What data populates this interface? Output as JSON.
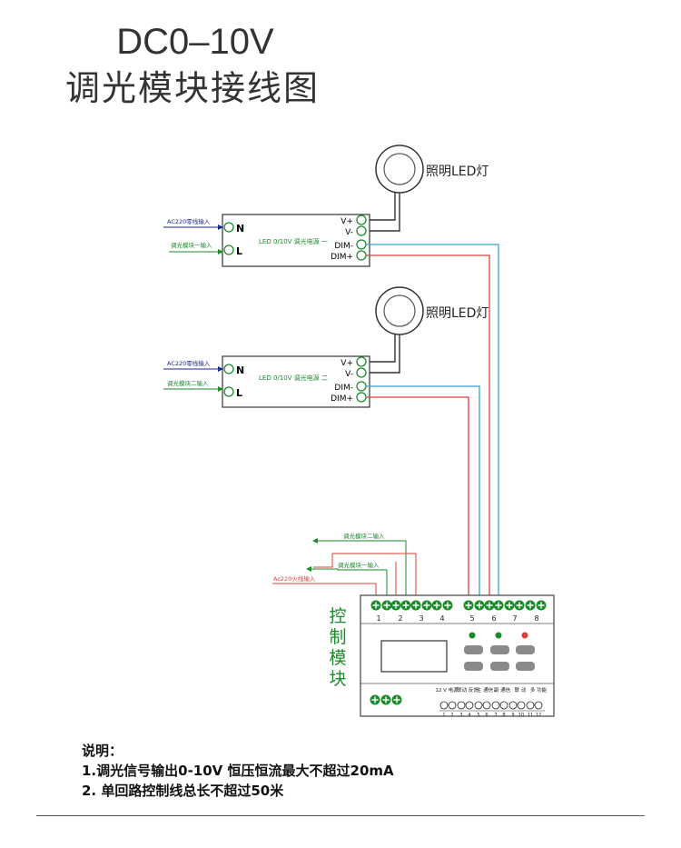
{
  "title": {
    "line1": "DC0–10V",
    "line2": "调光模块接线图"
  },
  "driver1": {
    "label": "LED  0/10V  调光电源 一",
    "pin_n": "N",
    "pin_l": "L",
    "pins_right": [
      "V+",
      "V-",
      "DIM-",
      "DIM+"
    ],
    "input_n": "AC220零线输入",
    "input_l": "调光模块一输入",
    "lamp_label": "照明LED灯"
  },
  "driver2": {
    "label": "LED  0/10V  调光电源 二",
    "pin_n": "N",
    "pin_l": "L",
    "pins_right": [
      "V+",
      "V-",
      "DIM-",
      "DIM+"
    ],
    "input_n": "AC220零线输入",
    "input_l": "调光模块二输入",
    "lamp_label": "照明LED灯"
  },
  "controller": {
    "label": "控制模块",
    "top_numbers": [
      "1",
      "2",
      "3",
      "4",
      "5",
      "6",
      "7",
      "8"
    ],
    "out2_label": "调光模块二输入",
    "out1_label": "调光模块一输入",
    "live_label": "Ac220火线输入",
    "bottom_labels": [
      "12 V 电源",
      "联动 反馈",
      "主 通信",
      "副 通信",
      "联 动",
      "多 功能"
    ],
    "bottom_numbers": [
      "1",
      "2",
      "3",
      "4",
      "5",
      "6",
      "7",
      "8",
      "9",
      "10",
      "11",
      "12"
    ]
  },
  "colors": {
    "green": "#1a8a2a",
    "blue": "#3aa0d8",
    "red": "#d8413a",
    "navy": "#1a2a8a",
    "dark": "#333333"
  },
  "notes": {
    "heading": "说明：",
    "line1": "1.调光信号输出0-10V 恒压恒流最大不超过20mA",
    "line2": "2. 单回路控制线总长不超过50米"
  }
}
